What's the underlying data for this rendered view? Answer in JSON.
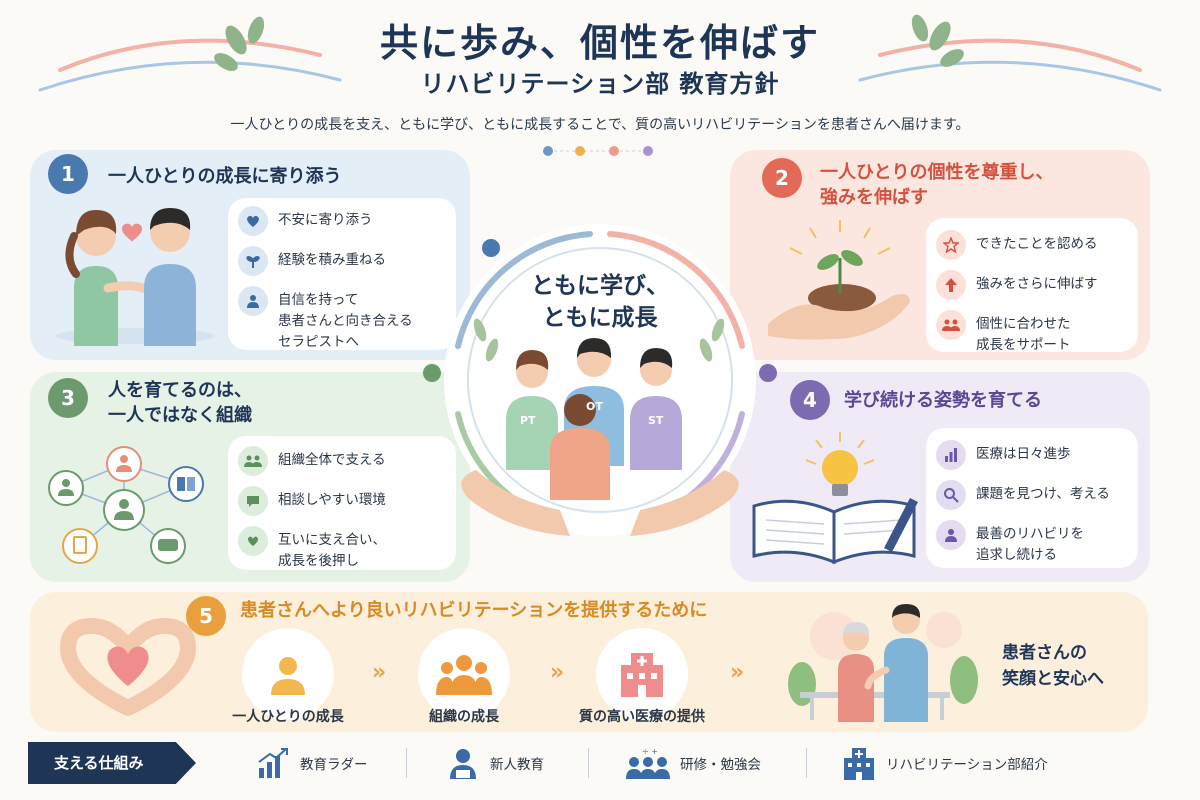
{
  "header": {
    "title": "共に歩み、個性を伸ばす",
    "subtitle": "リハビリテーション部 教育方針",
    "lead": "一人ひとりの成長を支え、ともに学び、ともに成長することで、質の高いリハビリテーションを患者さんへ届けます。"
  },
  "colors": {
    "blue": "#4a79b0",
    "coral": "#e46a58",
    "green": "#6b9a6c",
    "purple": "#7d6bb0",
    "orange": "#e9a03c",
    "navy": "#1f3556"
  },
  "center": {
    "line1": "ともに学び、",
    "line2": "ともに成長",
    "shirts": [
      "PT",
      "OT",
      "ST"
    ]
  },
  "panel1": {
    "number": "1",
    "title": "一人ひとりの成長に寄り添う",
    "items": [
      {
        "text": "不安に寄り添う",
        "icon": "heart-icon"
      },
      {
        "text": "経験を積み重ねる",
        "icon": "sprout-icon"
      },
      {
        "line1": "自信を持って",
        "line2": "患者さんと向き合える",
        "line3": "セラピストへ",
        "icon": "person-icon"
      }
    ]
  },
  "panel2": {
    "number": "2",
    "title1": "一人ひとりの個性を尊重し、",
    "title2": "強みを伸ばす",
    "items": [
      {
        "text": "できたことを認める",
        "icon": "star-icon"
      },
      {
        "text": "強みをさらに伸ばす",
        "icon": "arrow-up-icon"
      },
      {
        "line1": "個性に合わせた",
        "line2": "成長をサポート",
        "icon": "group-icon"
      }
    ]
  },
  "panel3": {
    "number": "3",
    "title1": "人を育てるのは、",
    "title2": "一人ではなく組織",
    "items": [
      {
        "text": "組織全体で支える",
        "icon": "group-icon"
      },
      {
        "text": "相談しやすい環境",
        "icon": "chat-icon"
      },
      {
        "line1": "互いに支え合い、",
        "line2": "成長を後押し",
        "icon": "handshake-heart-icon"
      }
    ]
  },
  "panel4": {
    "number": "4",
    "title": "学び続ける姿勢を育てる",
    "items": [
      {
        "text": "医療は日々進歩",
        "icon": "bar-chart-icon"
      },
      {
        "text": "課題を見つけ、考える",
        "icon": "magnifier-icon"
      },
      {
        "line1": "最善のリハビリを",
        "line2": "追求し続ける",
        "icon": "person-icon"
      }
    ]
  },
  "panel5": {
    "number": "5",
    "title": "患者さんへより良いリハビリテーションを提供するために",
    "steps": [
      {
        "label": "一人ひとりの成長",
        "icon": "person-icon"
      },
      {
        "label": "組織の成長",
        "icon": "group-icon"
      },
      {
        "label": "質の高い医療の提供",
        "icon": "hospital-icon"
      }
    ],
    "chevron": "»",
    "goal1": "患者さんの",
    "goal2": "笑顔と安心へ"
  },
  "footer": {
    "label": "支える仕組み",
    "items": [
      {
        "text": "教育ラダー",
        "icon": "growth-chart-icon"
      },
      {
        "text": "新人教育",
        "icon": "person-badge-icon"
      },
      {
        "text": "研修・勉強会",
        "icon": "training-icon"
      },
      {
        "text": "リハビリテーション部紹介",
        "icon": "building-icon"
      }
    ]
  }
}
